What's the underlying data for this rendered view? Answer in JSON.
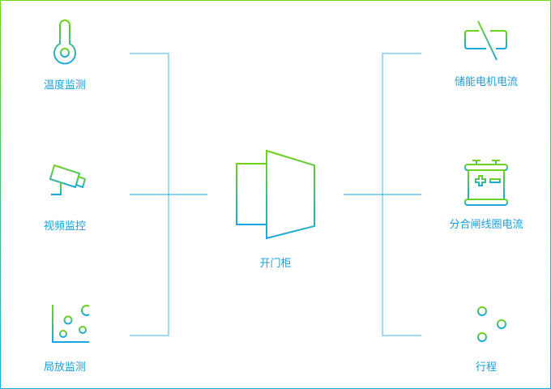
{
  "colors": {
    "gradient_top": "#6fd317",
    "gradient_bottom": "#18a8e0",
    "label": "#1a9fd8",
    "connector": "#7fd0ee",
    "connector_strong": "#1aa2dc"
  },
  "center": {
    "label": "开门柜",
    "icon": "cabinet-door-open-icon"
  },
  "left_nodes": [
    {
      "label": "温度监测",
      "icon": "thermometer-icon"
    },
    {
      "label": "视频监控",
      "icon": "security-camera-icon"
    },
    {
      "label": "局放监测",
      "icon": "scatter-plot-icon"
    }
  ],
  "right_nodes": [
    {
      "label": "储能电机电流",
      "icon": "motor-current-icon"
    },
    {
      "label": "分合闸线圈电流",
      "icon": "battery-icon"
    },
    {
      "label": "行程",
      "icon": "travel-slider-icon"
    }
  ]
}
